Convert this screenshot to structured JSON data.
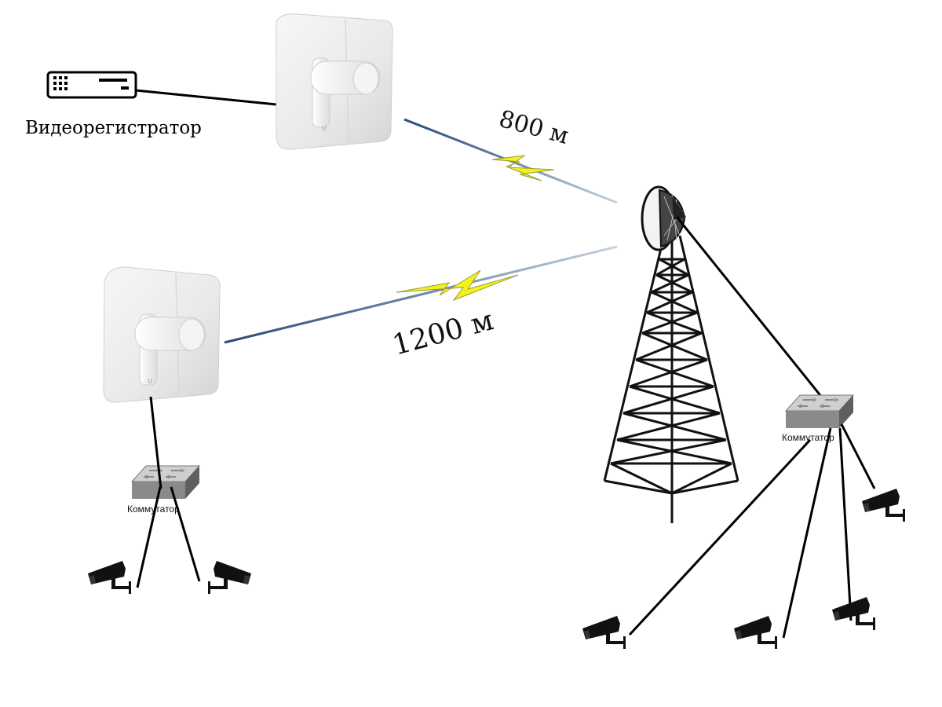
{
  "labels": {
    "recorder": "Видеорегистратор",
    "link_top": "800 м",
    "link_bottom": "1200 м",
    "switch_left": "Коммутатор",
    "switch_right": "Коммутатор"
  },
  "icons": {
    "recorder": "dvr-icon",
    "access_point": "wireless-bridge-icon",
    "dish": "grid-dish-antenna-icon",
    "tower": "lattice-tower-icon",
    "switch": "network-switch-icon",
    "camera": "cctv-camera-icon",
    "link": "lightning-bolt-icon"
  },
  "colors": {
    "line": "#000000",
    "radio_beam": "#4a6fa5",
    "bolt": "#f2f21a",
    "device_body": "#eeeeee",
    "switch_body": "#8a8a8a"
  }
}
